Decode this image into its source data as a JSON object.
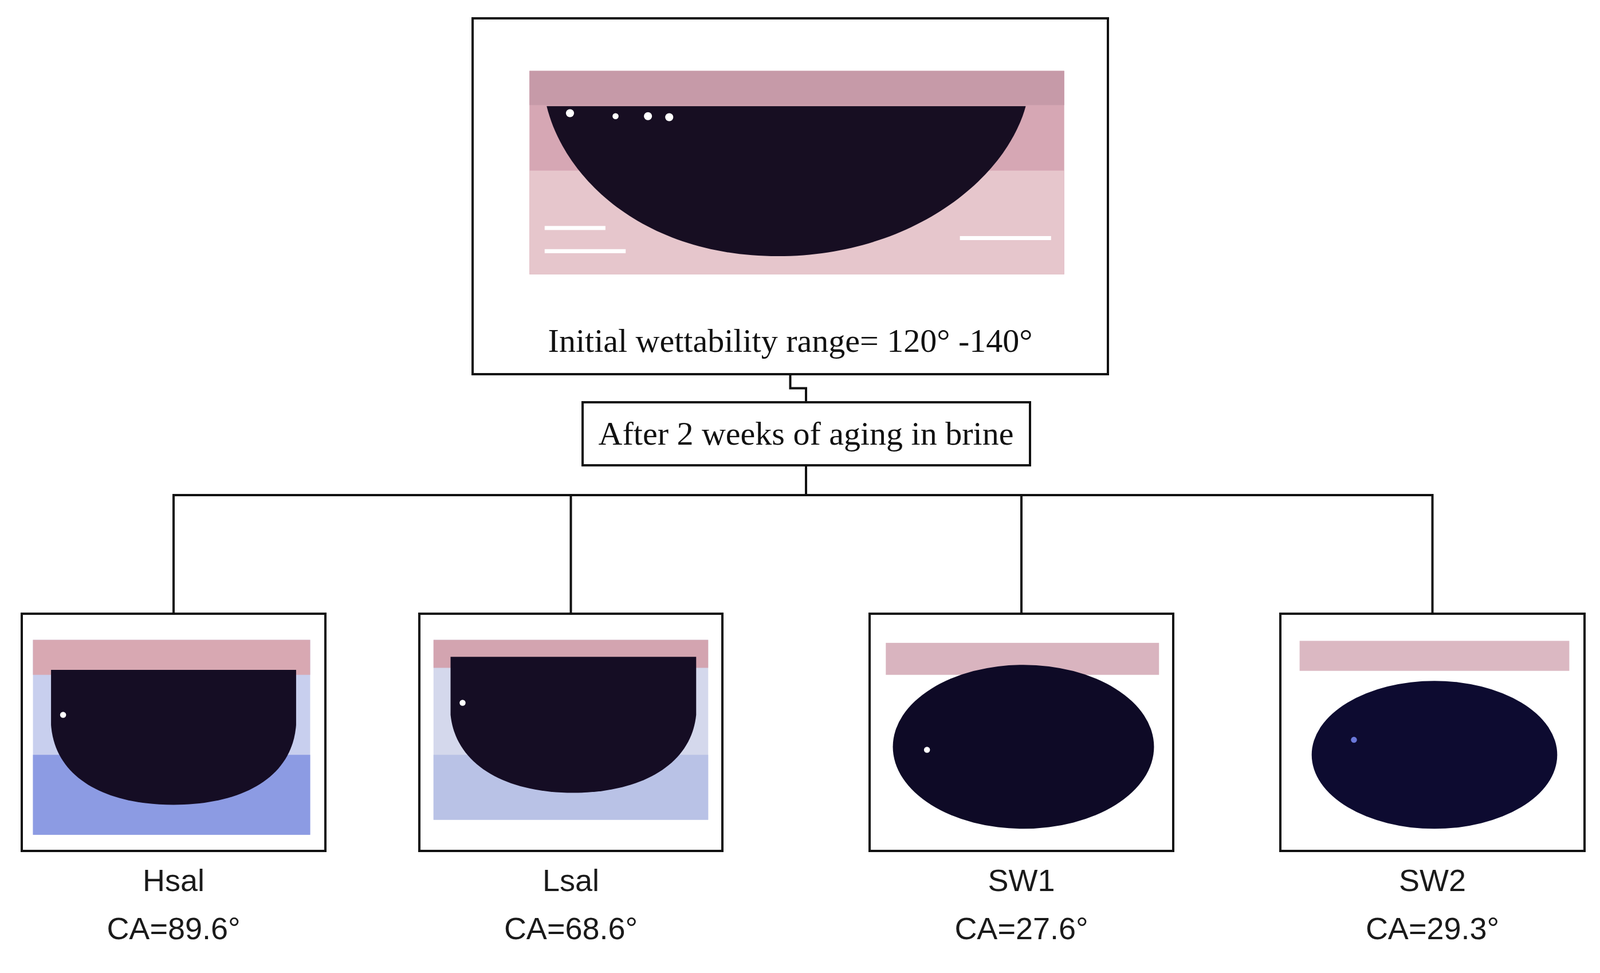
{
  "diagram": {
    "nodes": [
      {
        "text": [
          "Initial wettability range= 120° -140°"
        ]
      },
      {
        "text": [
          "After 2 weeks of aging in brine"
        ]
      },
      {
        "text": [
          "Hsal",
          "CA=89.6°"
        ]
      },
      {
        "text": [
          "Lsal",
          "CA=68.6°"
        ]
      },
      {
        "text": [
          "SW1",
          "CA=27.6°"
        ]
      },
      {
        "text": [
          "SW2",
          "CA=29.3°"
        ]
      }
    ],
    "edges": [
      {
        "from": 0,
        "to": 1,
        "arrow": "none"
      },
      {
        "from": 1,
        "to": 2,
        "arrow": "none"
      },
      {
        "from": 1,
        "to": 3,
        "arrow": "none"
      },
      {
        "from": 1,
        "to": 4,
        "arrow": "none"
      },
      {
        "from": 1,
        "to": 5,
        "arrow": "none"
      }
    ]
  }
}
